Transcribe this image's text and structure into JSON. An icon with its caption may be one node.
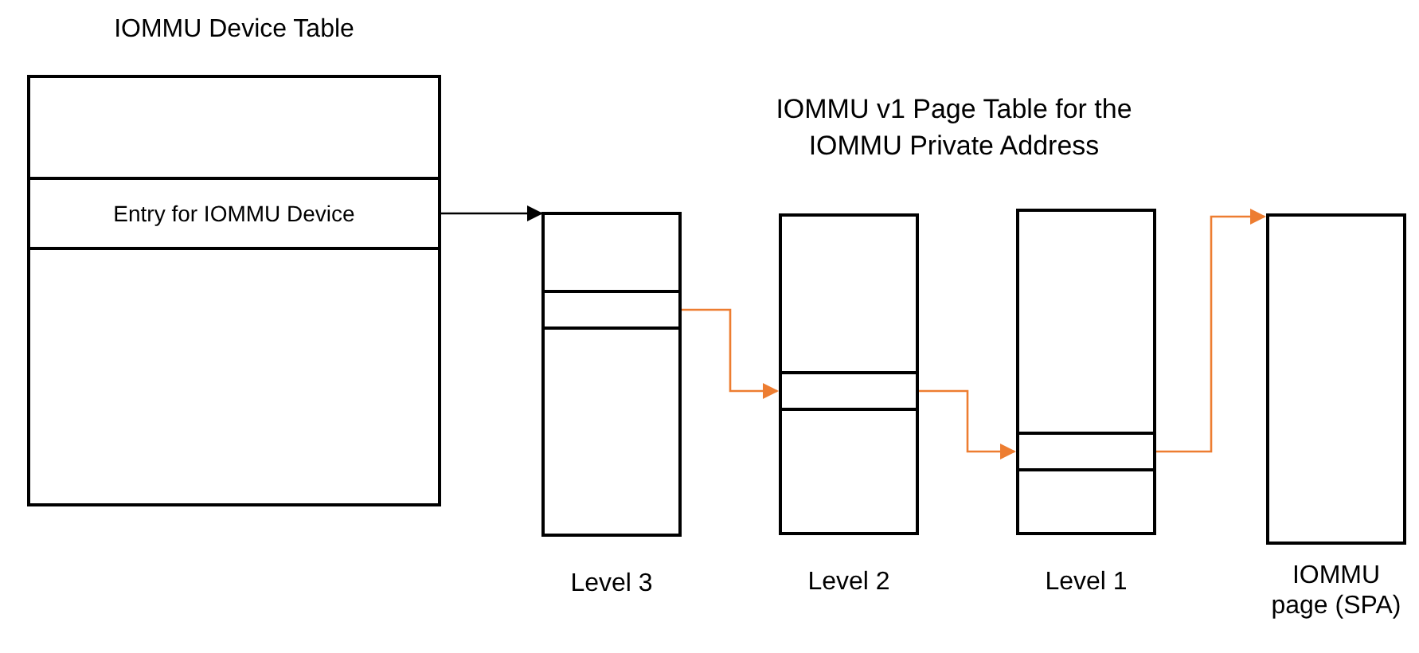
{
  "diagram": {
    "nodes": [
      {
        "text": [
          "IOMMU Device Table"
        ]
      },
      {
        "text": [
          "Entry for IOMMU Device"
        ],
        "in": 0
      },
      {
        "text": [
          "Level 3"
        ]
      },
      {
        "text": [],
        "shape": "box",
        "in": 2
      },
      {
        "text": [
          "Level 2"
        ]
      },
      {
        "text": [],
        "shape": "box",
        "in": 4
      },
      {
        "text": [
          "Level 1"
        ]
      },
      {
        "text": [],
        "shape": "box",
        "in": 6
      },
      {
        "text": [
          "IOMMU page (SPA)"
        ]
      }
    ],
    "edges": [
      {
        "from": 1,
        "to": 2,
        "arrow": "to",
        "color": "#000000"
      },
      {
        "from": 3,
        "to": 5,
        "arrow": "to"
      },
      {
        "from": 5,
        "to": 7,
        "arrow": "to"
      },
      {
        "from": 7,
        "to": 8,
        "arrow": "to"
      }
    ],
    "labels": [
      "IOMMU v1 Page Table for the IOMMU Private Address"
    ]
  }
}
